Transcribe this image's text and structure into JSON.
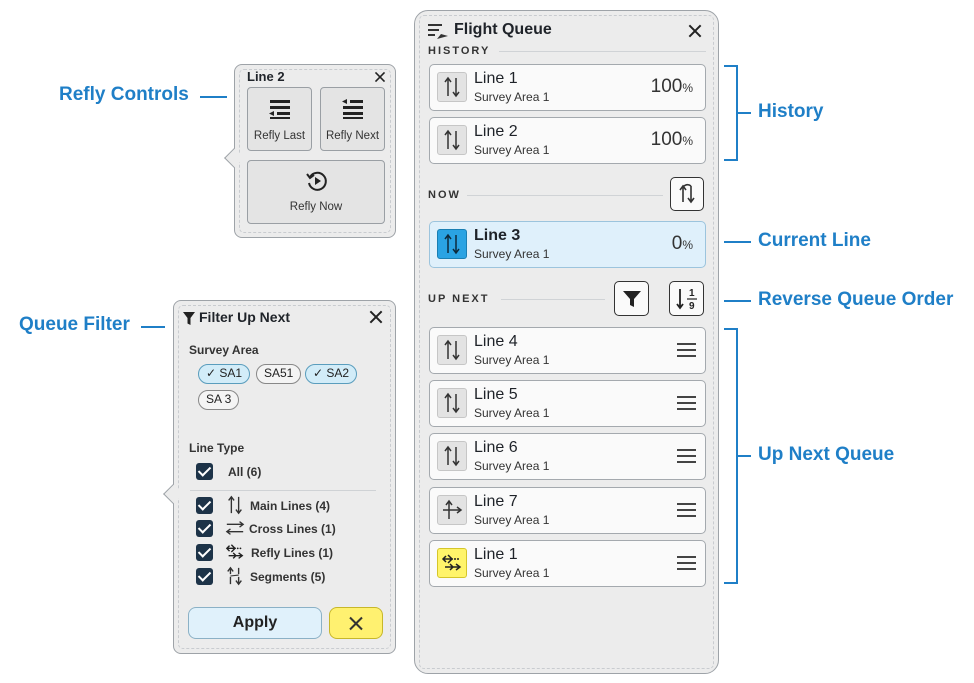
{
  "callouts": {
    "refly_controls": "Refly Controls",
    "queue_filter": "Queue Filter",
    "history": "History",
    "current_line": "Current Line",
    "reverse_queue_order": "Reverse Queue Order",
    "up_next_queue": "Up Next Queue"
  },
  "flight_queue": {
    "title": "Flight Queue",
    "sections": {
      "history": "HISTORY",
      "now": "NOW",
      "up_next": "UP NEXT"
    },
    "history": [
      {
        "title": "Line 1",
        "subtitle": "Survey Area 1",
        "percent": "100",
        "unit": "%",
        "icon": "main-line-icon"
      },
      {
        "title": "Line 2",
        "subtitle": "Survey Area 1",
        "percent": "100",
        "unit": "%",
        "icon": "main-line-icon"
      }
    ],
    "current": {
      "title": "Line 3",
      "subtitle": "Survey Area 1",
      "percent": "0",
      "unit": "%",
      "icon": "main-line-icon"
    },
    "up_next": [
      {
        "title": "Line 4",
        "subtitle": "Survey Area 1",
        "icon": "main-line-icon"
      },
      {
        "title": "Line 5",
        "subtitle": "Survey Area 1",
        "icon": "main-line-icon"
      },
      {
        "title": "Line 6",
        "subtitle": "Survey Area 1",
        "icon": "main-line-icon"
      },
      {
        "title": "Line 7",
        "subtitle": "Survey Area 1",
        "icon": "cross-line-icon"
      },
      {
        "title": "Line 1",
        "subtitle": "Survey Area 1",
        "icon": "refly-line-icon"
      }
    ]
  },
  "refly": {
    "title": "Line 2",
    "refly_last": "Refly Last",
    "refly_next": "Refly Next",
    "refly_now": "Refly Now"
  },
  "filter": {
    "title": "Filter Up Next",
    "survey_area_label": "Survey Area",
    "chips": [
      {
        "label": "✓ SA1",
        "selected": true
      },
      {
        "label": "SA51",
        "selected": false
      },
      {
        "label": "✓ SA2",
        "selected": true
      },
      {
        "label": "SA 3",
        "selected": false
      }
    ],
    "line_type_label": "Line Type",
    "all": "All (6)",
    "types": [
      {
        "label": "Main Lines (4)",
        "icon": "main-line-icon",
        "checked": true
      },
      {
        "label": "Cross Lines (1)",
        "icon": "cross-line-icon",
        "checked": true
      },
      {
        "label": "Refly Lines (1)",
        "icon": "refly-line-icon",
        "checked": true
      },
      {
        "label": "Segments (5)",
        "icon": "segments-icon",
        "checked": true
      }
    ],
    "apply": "Apply"
  },
  "colors": {
    "accent": "#1f7fc7",
    "current_bg": "#dff0fb",
    "current_icon": "#2aa3e3",
    "refly_icon": "#fff46a",
    "cancel": "#fff170"
  }
}
